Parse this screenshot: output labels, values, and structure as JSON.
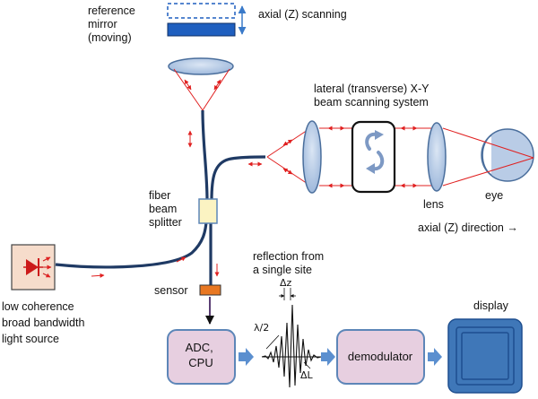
{
  "labels": {
    "reference_mirror": [
      "reference",
      "mirror",
      "(moving)"
    ],
    "axial_scanning": "axial (Z) scanning",
    "lateral_scanning": [
      "lateral  (transverse) X-Y",
      "beam scanning system"
    ],
    "lens": "lens",
    "eye": "eye",
    "axial_direction": "axial (Z) direction →",
    "fiber_splitter": [
      "fiber",
      "beam",
      "splitter"
    ],
    "reflection": [
      "reflection from",
      "a single site"
    ],
    "sensor": "sensor",
    "light_source": [
      "low coherence",
      "broad bandwidth",
      "light source"
    ],
    "display": "display",
    "adc_cpu": [
      "ADC,",
      "CPU"
    ],
    "demodulator": "demodulator",
    "lambda_half": "λ/2",
    "delta_z": "Δz",
    "delta_l": "ΔL"
  },
  "colors": {
    "fiber": "#1f3a64",
    "beam": "#e02020",
    "mirror": "#1f5fbf",
    "lens_fill": "#b9cce6",
    "lens_stroke": "#4a6e9c",
    "box_fill": "#e7cfe0",
    "box_stroke": "#5d86b8",
    "splitter_fill": "#fbf3c2",
    "sensor_fill": "#e87722",
    "source_fill": "#f6dccb",
    "display_fill": "#3f77b8",
    "flow_arrow": "#5b8fcf",
    "sensor_arrow": "#5b3f74",
    "axial_arrow": "#3a7ac9"
  },
  "icons": {
    "light_source": "led-icon",
    "scanner": "rotation-arrows-icon",
    "waveform": "interference-wave-icon"
  }
}
